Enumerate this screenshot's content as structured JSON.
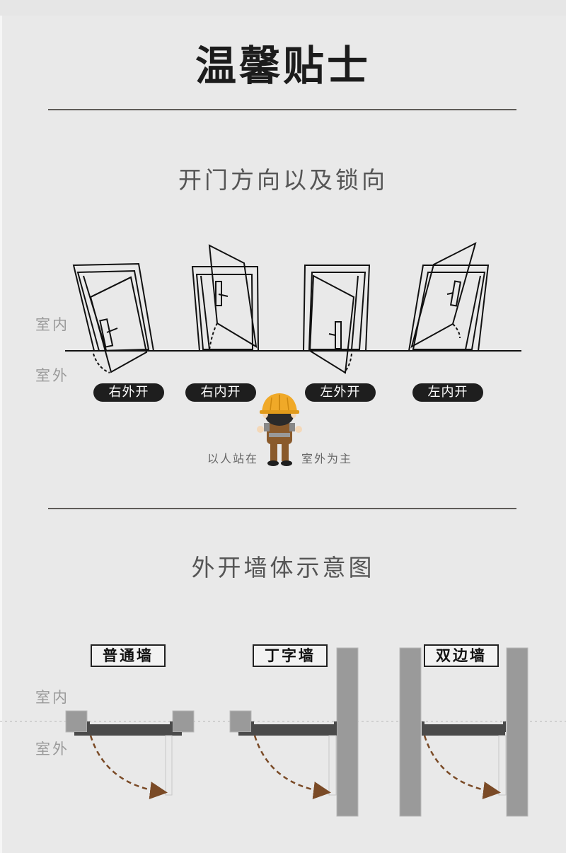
{
  "header": {
    "title": "温馨贴士"
  },
  "section_door_direction": {
    "title": "开门方向以及锁向",
    "indoor_label": "室内",
    "outdoor_label": "室外",
    "doors": [
      {
        "label": "右外开",
        "type": "right-outward"
      },
      {
        "label": "右内开",
        "type": "right-inward"
      },
      {
        "label": "左外开",
        "type": "left-outward"
      },
      {
        "label": "左内开",
        "type": "left-inward"
      }
    ],
    "caption_left": "以人站在",
    "caption_right": "室外为主",
    "figure": "construction-worker-back-view"
  },
  "section_wall": {
    "title": "外开墙体示意图",
    "indoor_label": "室内",
    "outdoor_label": "室外",
    "walls": [
      {
        "label": "普通墙",
        "type": "normal-wall"
      },
      {
        "label": "丁字墙",
        "type": "t-wall"
      },
      {
        "label": "双边墙",
        "type": "double-side-wall"
      }
    ]
  },
  "colors": {
    "background": "#e9e9e9",
    "title_text": "#1c1c1c",
    "rule": "#5f5c59",
    "pill_bg": "#1e1e1e",
    "wall_gray": "#9a9a9a",
    "frame_dark": "#4a4a4a",
    "swing_arrow": "#7a4a26",
    "helmet": "#f0a928"
  }
}
